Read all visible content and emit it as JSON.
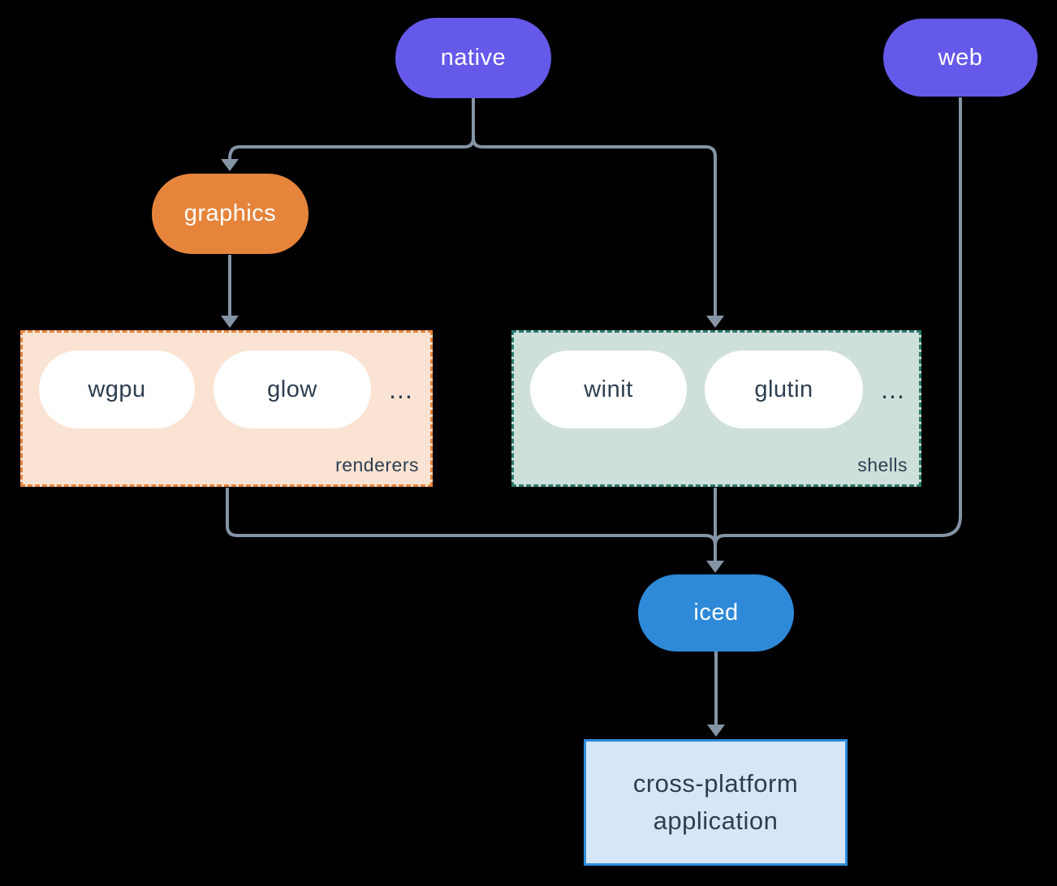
{
  "colors": {
    "background": "#000000",
    "connector": "#8494a5",
    "purple": "#6559ea",
    "orange": "#e6843c",
    "blue": "#2e8ad8",
    "renderers_fill": "#fae3d2",
    "renderers_border": "#e6843c",
    "shells_fill": "#cfe0da",
    "shells_border": "#2b7a6d",
    "app_fill": "#d5e6f6",
    "app_border": "#2f8bd9",
    "dark_text": "#2d3e50",
    "white_text": "#ffffff"
  },
  "diagram": {
    "native": "native",
    "web": "web",
    "graphics": "graphics",
    "iced": "iced",
    "renderers": {
      "label": "renderers",
      "pills": [
        "wgpu",
        "glow"
      ],
      "ellipsis": "..."
    },
    "shells": {
      "label": "shells",
      "pills": [
        "winit",
        "glutin"
      ],
      "ellipsis": "..."
    },
    "application": "cross-platform application"
  }
}
